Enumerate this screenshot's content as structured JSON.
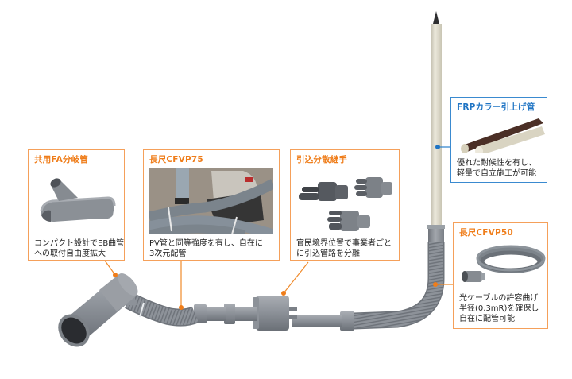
{
  "colors": {
    "orange_accent": "#ef7d1a",
    "orange_border": "#f5a05a",
    "blue_accent": "#1f74c4",
    "blue_border": "#3a8ad0",
    "pipe_gray": "#8c9198",
    "pipe_beige": "#dcd8c8",
    "frp_brown": "#4a2f26",
    "text": "#222222"
  },
  "callouts": [
    {
      "id": "fa-branch",
      "title": "共用FA分岐管",
      "desc": [
        "コンパクト設計でEB曲管",
        "への取付自由度拡大"
      ],
      "image": "gray-y-branch-pipe",
      "theme": "orange"
    },
    {
      "id": "cfvp75",
      "title": "長尺CFVP75",
      "desc": [
        "PV管と同等強度を有し、自在に",
        "3次元配管"
      ],
      "image": "photo-corrugated-pipe-with-cutting-machine",
      "theme": "orange"
    },
    {
      "id": "dispersion-joint",
      "title": "引込分散継手",
      "desc": [
        "官民境界位置で事業者ごと",
        "に引込管路を分離"
      ],
      "image": "three-multi-port-joints",
      "theme": "orange"
    },
    {
      "id": "frp-riser",
      "title": "FRPカラー引上げ管",
      "desc": [
        "優れた耐候性を有し、",
        "軽量で自立施工が可能"
      ],
      "image": "brown-and-beige-frp-pipes",
      "theme": "blue"
    },
    {
      "id": "cfvp50",
      "title": "長尺CFVP50",
      "desc": [
        "光ケーブルの許容曲げ",
        "半径(0.3mR)を確保し",
        "自在に配管可能"
      ],
      "image": "coiled-corrugated-pipe-with-socket",
      "theme": "orange"
    }
  ],
  "assembly": {
    "description": "Underground conduit assembly: T-branch pipe, flexible corrugated pipe, dispersion joint, bent corrugated pipe, vertical FRP riser with black tip"
  }
}
